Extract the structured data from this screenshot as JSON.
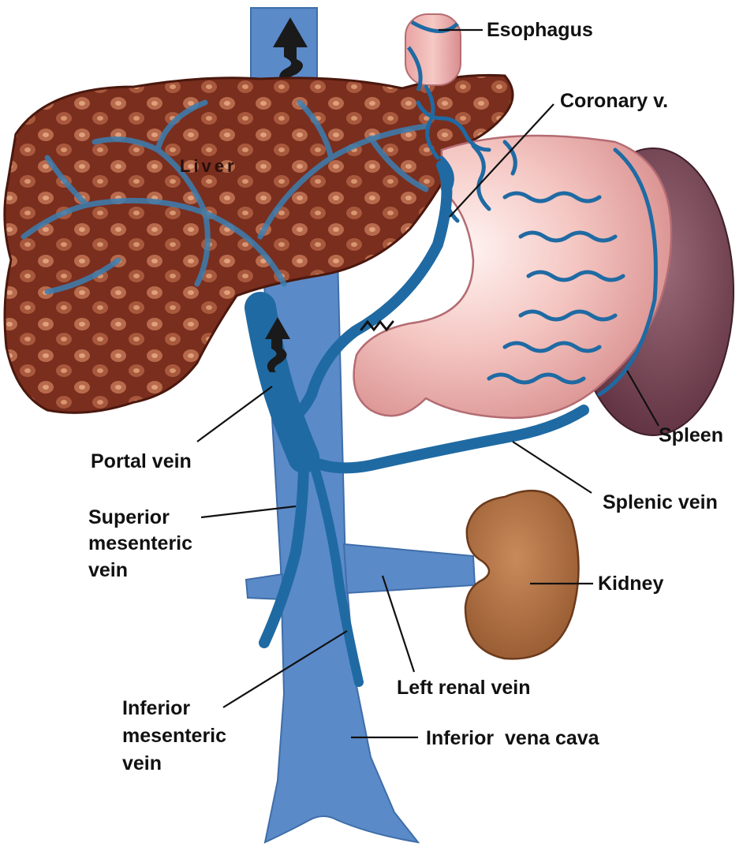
{
  "labels": {
    "liver": "Liver",
    "esophagus": "Esophagus",
    "coronary_v": "Coronary v.",
    "spleen": "Spleen",
    "portal_vein": "Portal vein",
    "splenic_vein": "Splenic vein",
    "superior_mesenteric_vein": [
      "Superior",
      "mesenteric",
      "vein"
    ],
    "kidney": "Kidney",
    "left_renal_vein": "Left renal vein",
    "inferior_mesenteric_vein": [
      "Inferior",
      "mesenteric",
      "vein"
    ],
    "inferior_vena_cava": "Inferior  vena cava"
  },
  "colors": {
    "vein_fill": "#5b8ac9",
    "vein_dark": "#1f6aa3",
    "liver": "#7a2e1e",
    "stomach": "#f2c0bd",
    "spleen": "#6e3b4a",
    "kidney": "#b07446"
  }
}
